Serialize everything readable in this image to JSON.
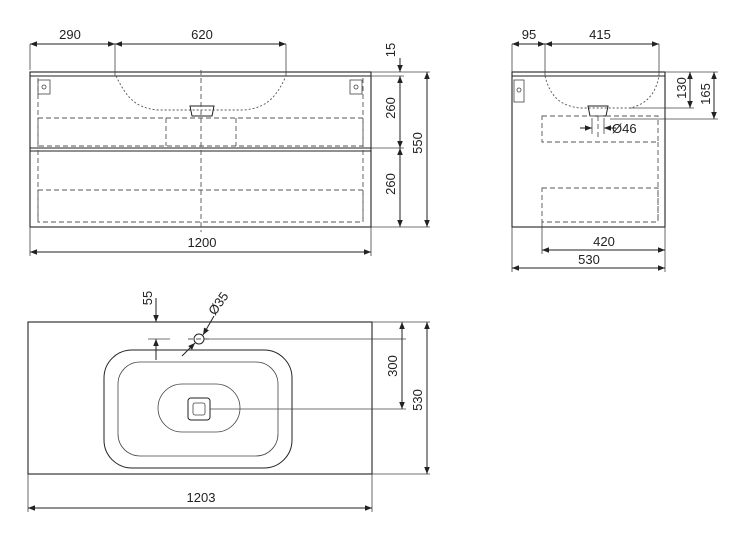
{
  "front_view": {
    "offset_left": "290",
    "basin_width": "620",
    "top_thickness": "15",
    "upper_drawer_height": "260",
    "total_height": "550",
    "lower_drawer_height": "260",
    "total_width": "1200"
  },
  "side_view": {
    "offset_left": "95",
    "basin_depth": "415",
    "basin_height": "130",
    "top_height": "165",
    "drain_diameter": "Ø46",
    "drawer_depth": "420",
    "total_depth": "530"
  },
  "top_view": {
    "tap_offset": "55",
    "tap_hole_diameter": "Ø35",
    "basin_center_depth": "300",
    "total_depth": "530",
    "total_width": "1203"
  }
}
